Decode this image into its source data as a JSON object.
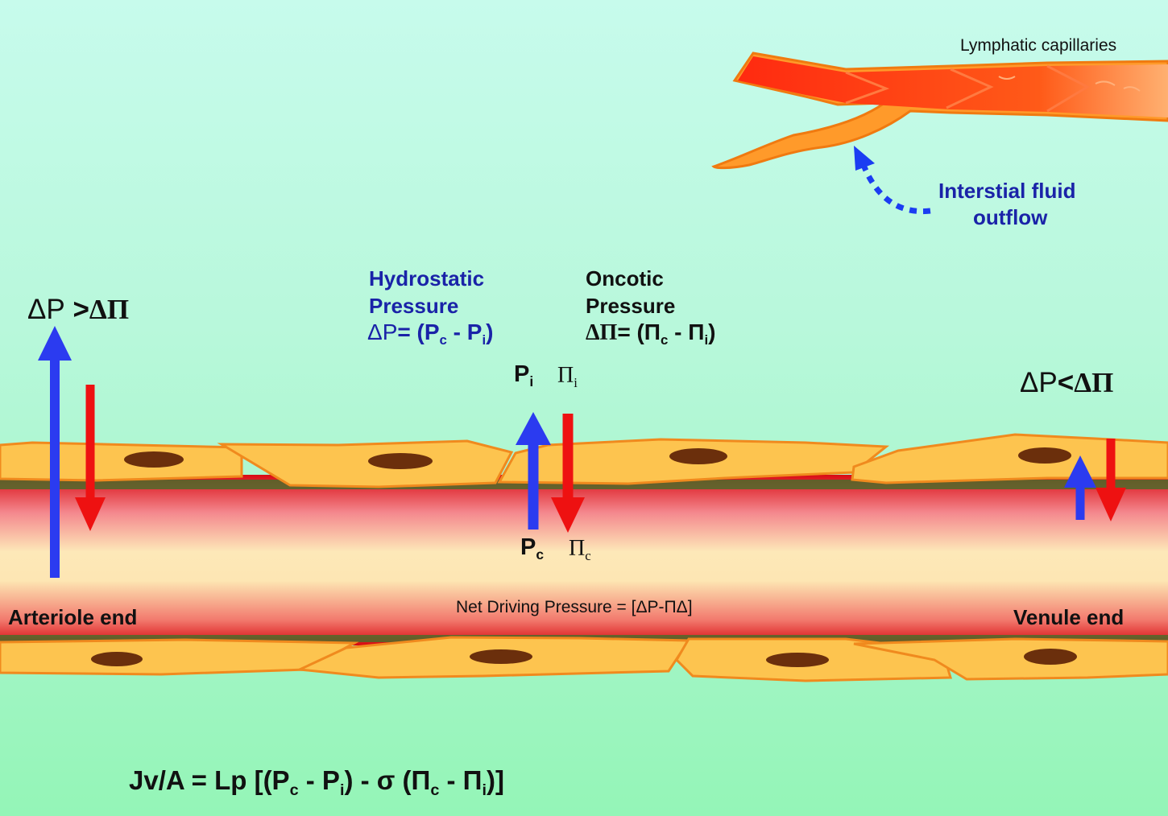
{
  "lymphatic_label": "Lymphatic capillaries",
  "outflow_label_line1": "Interstial fluid",
  "outflow_label_line2": "outflow",
  "hydrostatic_title_line1": "Hydrostatic",
  "hydrostatic_title_line2": "Pressure",
  "hydrostatic_formula": {
    "lhs": "ΔP",
    "eq": "= (P",
    "s1": "c",
    "mid": " - P",
    "s2": "i",
    "end": ")"
  },
  "oncotic_title_line1": "Oncotic",
  "oncotic_title_line2": "Pressure",
  "oncotic_formula": {
    "lhs": "ΔΠ",
    "eq": "= (Π",
    "s1": "c",
    "mid": " - Π",
    "s2": "i",
    "end": ")"
  },
  "pi_label": {
    "main": "P",
    "sub": "i"
  },
  "pii_label": {
    "main": "Π",
    "sub": "i"
  },
  "pc_label": {
    "main": "P",
    "sub": "c"
  },
  "pic_label": {
    "main": "Π",
    "sub": "c"
  },
  "arteriole_relation": {
    "left": "ΔP",
    "op": " >",
    "right": "ΔΠ"
  },
  "venule_relation": {
    "left": "ΔP",
    "op": "<",
    "right": "ΔΠ"
  },
  "arteriole_label": "Arteriole end",
  "venule_label": "Venule end",
  "net_driving": "Net Driving Pressure = [ΔP-ΠΔ]",
  "equation": {
    "a": "Jv/A = Lp [(P",
    "s1": "c",
    "b": " - P",
    "s2": "i",
    "c": ") - σ (Π",
    "s3": "c",
    "d": " - Π",
    "s4": "i",
    "e": ")]"
  },
  "colors": {
    "hydrostatic_arrow": "#2b3bf0",
    "oncotic_arrow": "#ee1111",
    "cell": "#fdc44f",
    "nucleus": "#6b2f0c",
    "vessel_edge": "#dd0d10",
    "vessel_core": "#fde8b8"
  }
}
